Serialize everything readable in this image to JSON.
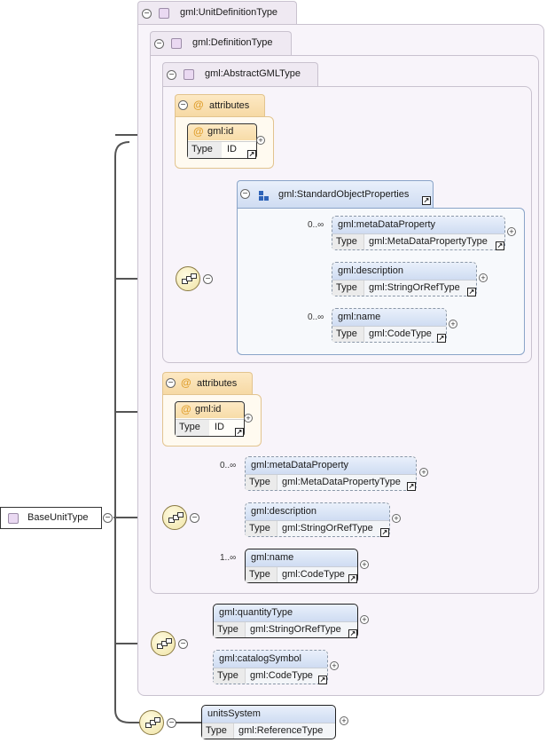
{
  "colors": {
    "typePanel": "#f8f4fa",
    "attrFill": "#fde9c4",
    "elementHeader": "#cfdcf2",
    "sequenceFill": "#efe3a6"
  },
  "root": {
    "name": "BaseUnitType"
  },
  "types": {
    "unitDefinition": "gml:UnitDefinitionType",
    "definition": "gml:DefinitionType",
    "abstractGML": "gml:AbstractGMLType"
  },
  "labels": {
    "attributes": "attributes",
    "type": "Type"
  },
  "attr1": {
    "name": "gml:id",
    "type": "ID"
  },
  "attr2": {
    "name": "gml:id",
    "type": "ID"
  },
  "group": {
    "name": "gml:StandardObjectProperties"
  },
  "groupElements": [
    {
      "name": "gml:metaDataProperty",
      "type": "gml:MetaDataPropertyType",
      "card": "0..∞"
    },
    {
      "name": "gml:description",
      "type": "gml:StringOrRefType",
      "card": ""
    },
    {
      "name": "gml:name",
      "type": "gml:CodeType",
      "card": "0..∞"
    }
  ],
  "defElements": [
    {
      "name": "gml:metaDataProperty",
      "type": "gml:MetaDataPropertyType",
      "card": "0..∞"
    },
    {
      "name": "gml:description",
      "type": "gml:StringOrRefType",
      "card": ""
    },
    {
      "name": "gml:name",
      "type": "gml:CodeType",
      "card": "1..∞"
    }
  ],
  "unitElements": [
    {
      "name": "gml:quantityType",
      "type": "gml:StringOrRefType"
    },
    {
      "name": "gml:catalogSymbol",
      "type": "gml:CodeType"
    }
  ],
  "baseElement": {
    "name": "unitsSystem",
    "type": "gml:ReferenceType"
  },
  "icons": {
    "collapse": "⊖",
    "expand": "⊕",
    "link": "↗",
    "attr": "@"
  }
}
